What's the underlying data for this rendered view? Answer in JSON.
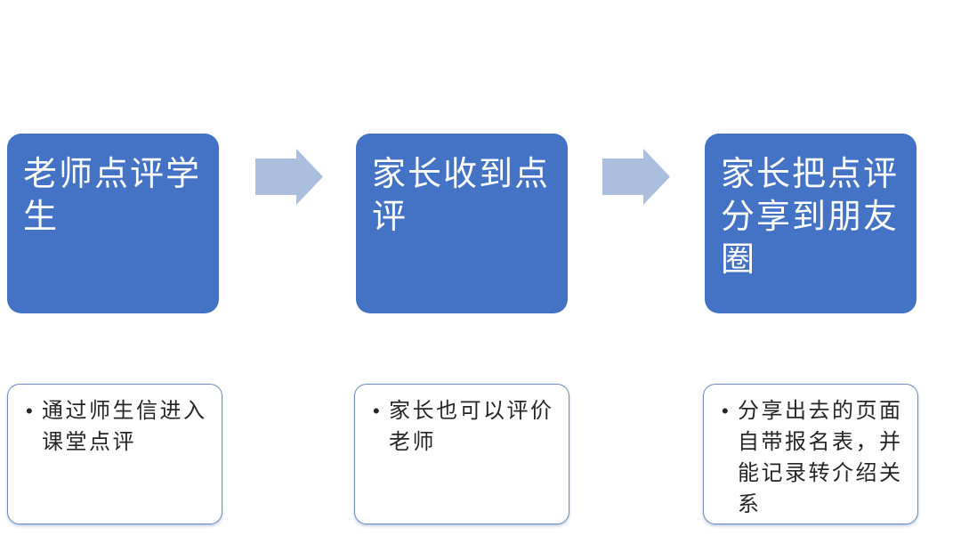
{
  "bullet_char": "•",
  "steps": [
    {
      "title": "老师点评学生",
      "note": "通过师生信进入课堂点评"
    },
    {
      "title": "家长收到点评",
      "note": "家长也可以评价老师"
    },
    {
      "title": "家长把点评分享到朋友圈",
      "note": "分享出去的页面自带报名表，并能记录转介绍关系"
    }
  ],
  "colors": {
    "step_fill": "#4472C4",
    "step_text": "#FFFFFF",
    "arrow_fill": "#ACBEDD",
    "note_border": "#6E8CBE",
    "note_text": "#262626",
    "canvas_bg": "#FFFFFF"
  }
}
